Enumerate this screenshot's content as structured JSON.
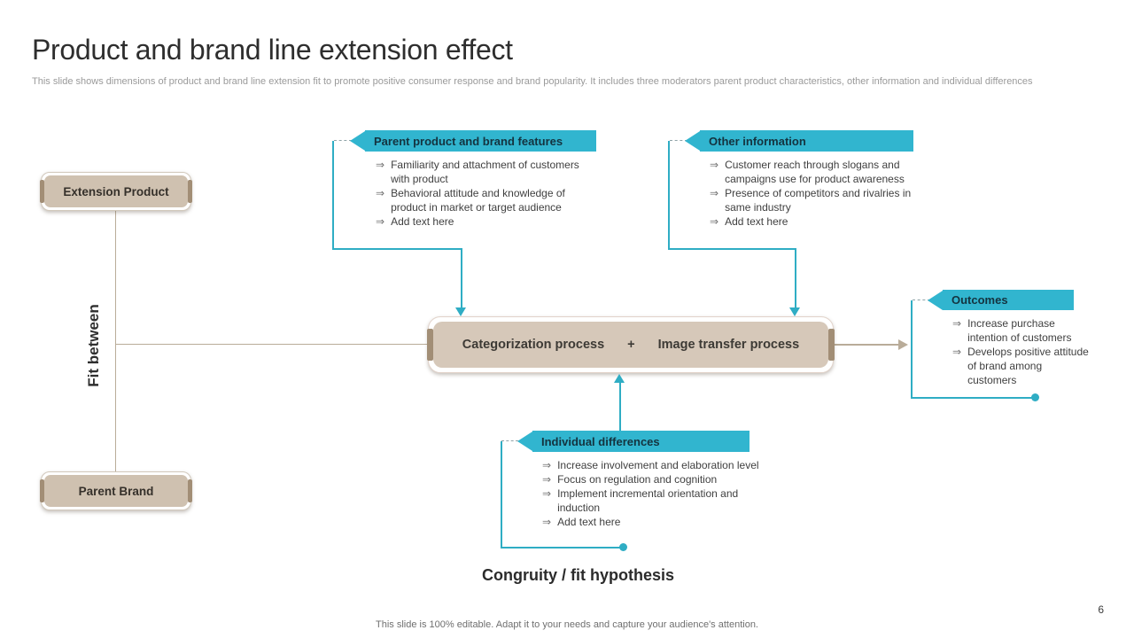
{
  "slide": {
    "title": "Product and brand line extension effect",
    "subtitle": "This slide shows dimensions of product and brand line extension fit to promote positive consumer response and brand popularity. It includes three moderators parent product characteristics, other information and individual differences",
    "footer": "This slide is 100% editable. Adapt it to your needs and capture your audience's attention.",
    "page_number": "6"
  },
  "diagram": {
    "bullet_glyph": "⇒",
    "extension_product": "Extension Product",
    "parent_brand": "Parent Brand",
    "fit_label": "Fit between",
    "center_box": {
      "left": "Categorization process",
      "plus": "+",
      "right": "Image transfer process"
    },
    "bottom_caption": "Congruity / fit hypothesis",
    "callouts": {
      "parent_product": {
        "title": "Parent product and brand features",
        "bullets": [
          "Familiarity and attachment of customers with product",
          "Behavioral attitude and knowledge of product in market or target audience",
          "Add text here"
        ]
      },
      "other_information": {
        "title": "Other information",
        "bullets": [
          "Customer reach through slogans and campaigns use for product awareness",
          "Presence of competitors and rivalries in same industry",
          "Add text here"
        ]
      },
      "outcomes": {
        "title": "Outcomes",
        "bullets": [
          "Increase purchase intention of customers",
          "Develops positive attitude of brand among customers"
        ]
      },
      "individual_differences": {
        "title": "Individual differences",
        "bullets": [
          "Increase involvement and elaboration level",
          "Focus on regulation and cognition",
          "Implement incremental orientation and induction",
          "Add text here"
        ]
      }
    }
  },
  "colors": {
    "cyan": "#31b5cf",
    "cyan_line": "#2fadc4",
    "header_text": "#14333f",
    "tan_fill": "#cfc1b0",
    "tan_dark": "#a28e76",
    "tan_line": "#b9ac99",
    "body_text": "#3f3f3f"
  }
}
